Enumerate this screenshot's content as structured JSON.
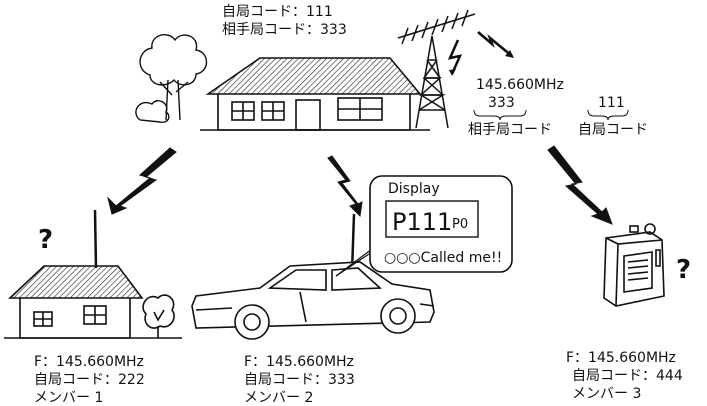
{
  "base_station": {
    "own_code_line": "自局コード：111",
    "partner_code_line": "相手局コード：333"
  },
  "transmission": {
    "frequency": "145.660MHz",
    "partner_code_value": "333",
    "own_code_value": "111",
    "partner_code_label": "相手局コード",
    "own_code_label": "自局コード"
  },
  "display_bubble": {
    "title": "Display",
    "screen_big": "P111",
    "screen_small": "P0",
    "message": "○○○Called me!!"
  },
  "members": [
    {
      "freq_line": "F：145.660MHz",
      "code_line": "自局コード：222",
      "member_line": "メンバー 1",
      "status": "?"
    },
    {
      "freq_line": "F：145.660MHz",
      "code_line": "自局コード：333",
      "member_line": "メンバー 2"
    },
    {
      "freq_line": "F：145.660MHz",
      "code_line": "自局コード：444",
      "member_line": "メンバー 3",
      "status": "?"
    }
  ]
}
